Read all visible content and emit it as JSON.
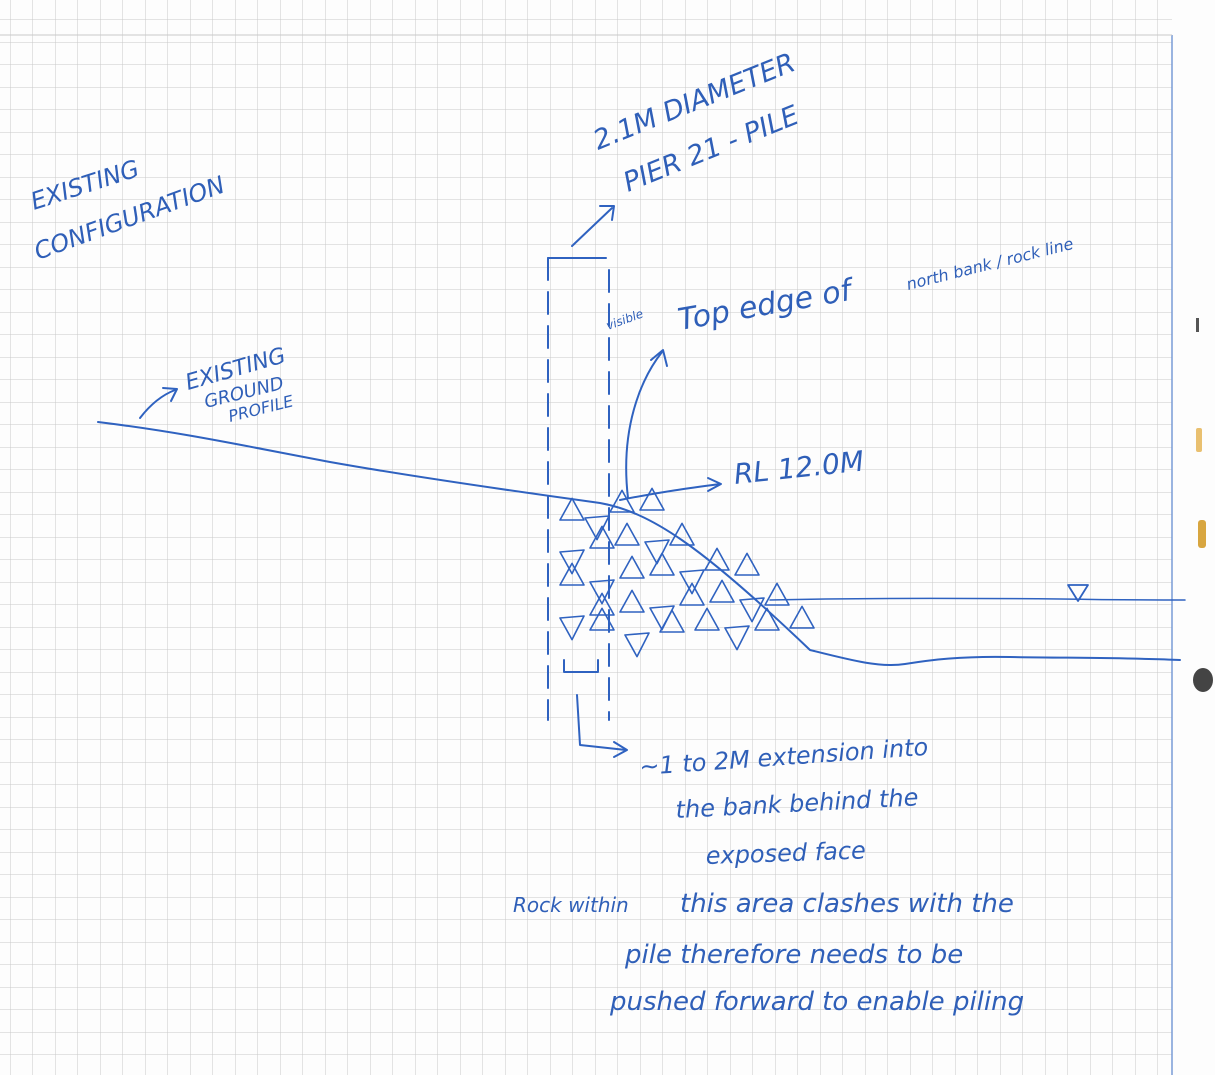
{
  "colors": {
    "ink": "#2f62c0",
    "grid": "#c9c9c9",
    "paper": "#fdfdfd"
  },
  "labels": {
    "existing_configuration_1": "EXISTING",
    "existing_configuration_2": "CONFIGURATION",
    "pile_1": "2.1M DIAMETER",
    "pile_2": "PIER 21 - PILE",
    "top_edge_prefix": "visible",
    "top_edge": "Top edge of",
    "top_edge_suffix": "north bank / rock line",
    "ground_1": "EXISTING",
    "ground_2": "GROUND",
    "ground_3": "PROFILE",
    "rl": "RL 12.0M",
    "extension_1": "~1 to 2M extension into",
    "extension_2": "the bank behind the",
    "extension_3": "exposed face",
    "rock_1_prefix": "Rock within",
    "rock_1": "this area clashes with the",
    "rock_2": "pile therefore needs to be",
    "rock_3": "pushed forward to enable piling"
  }
}
